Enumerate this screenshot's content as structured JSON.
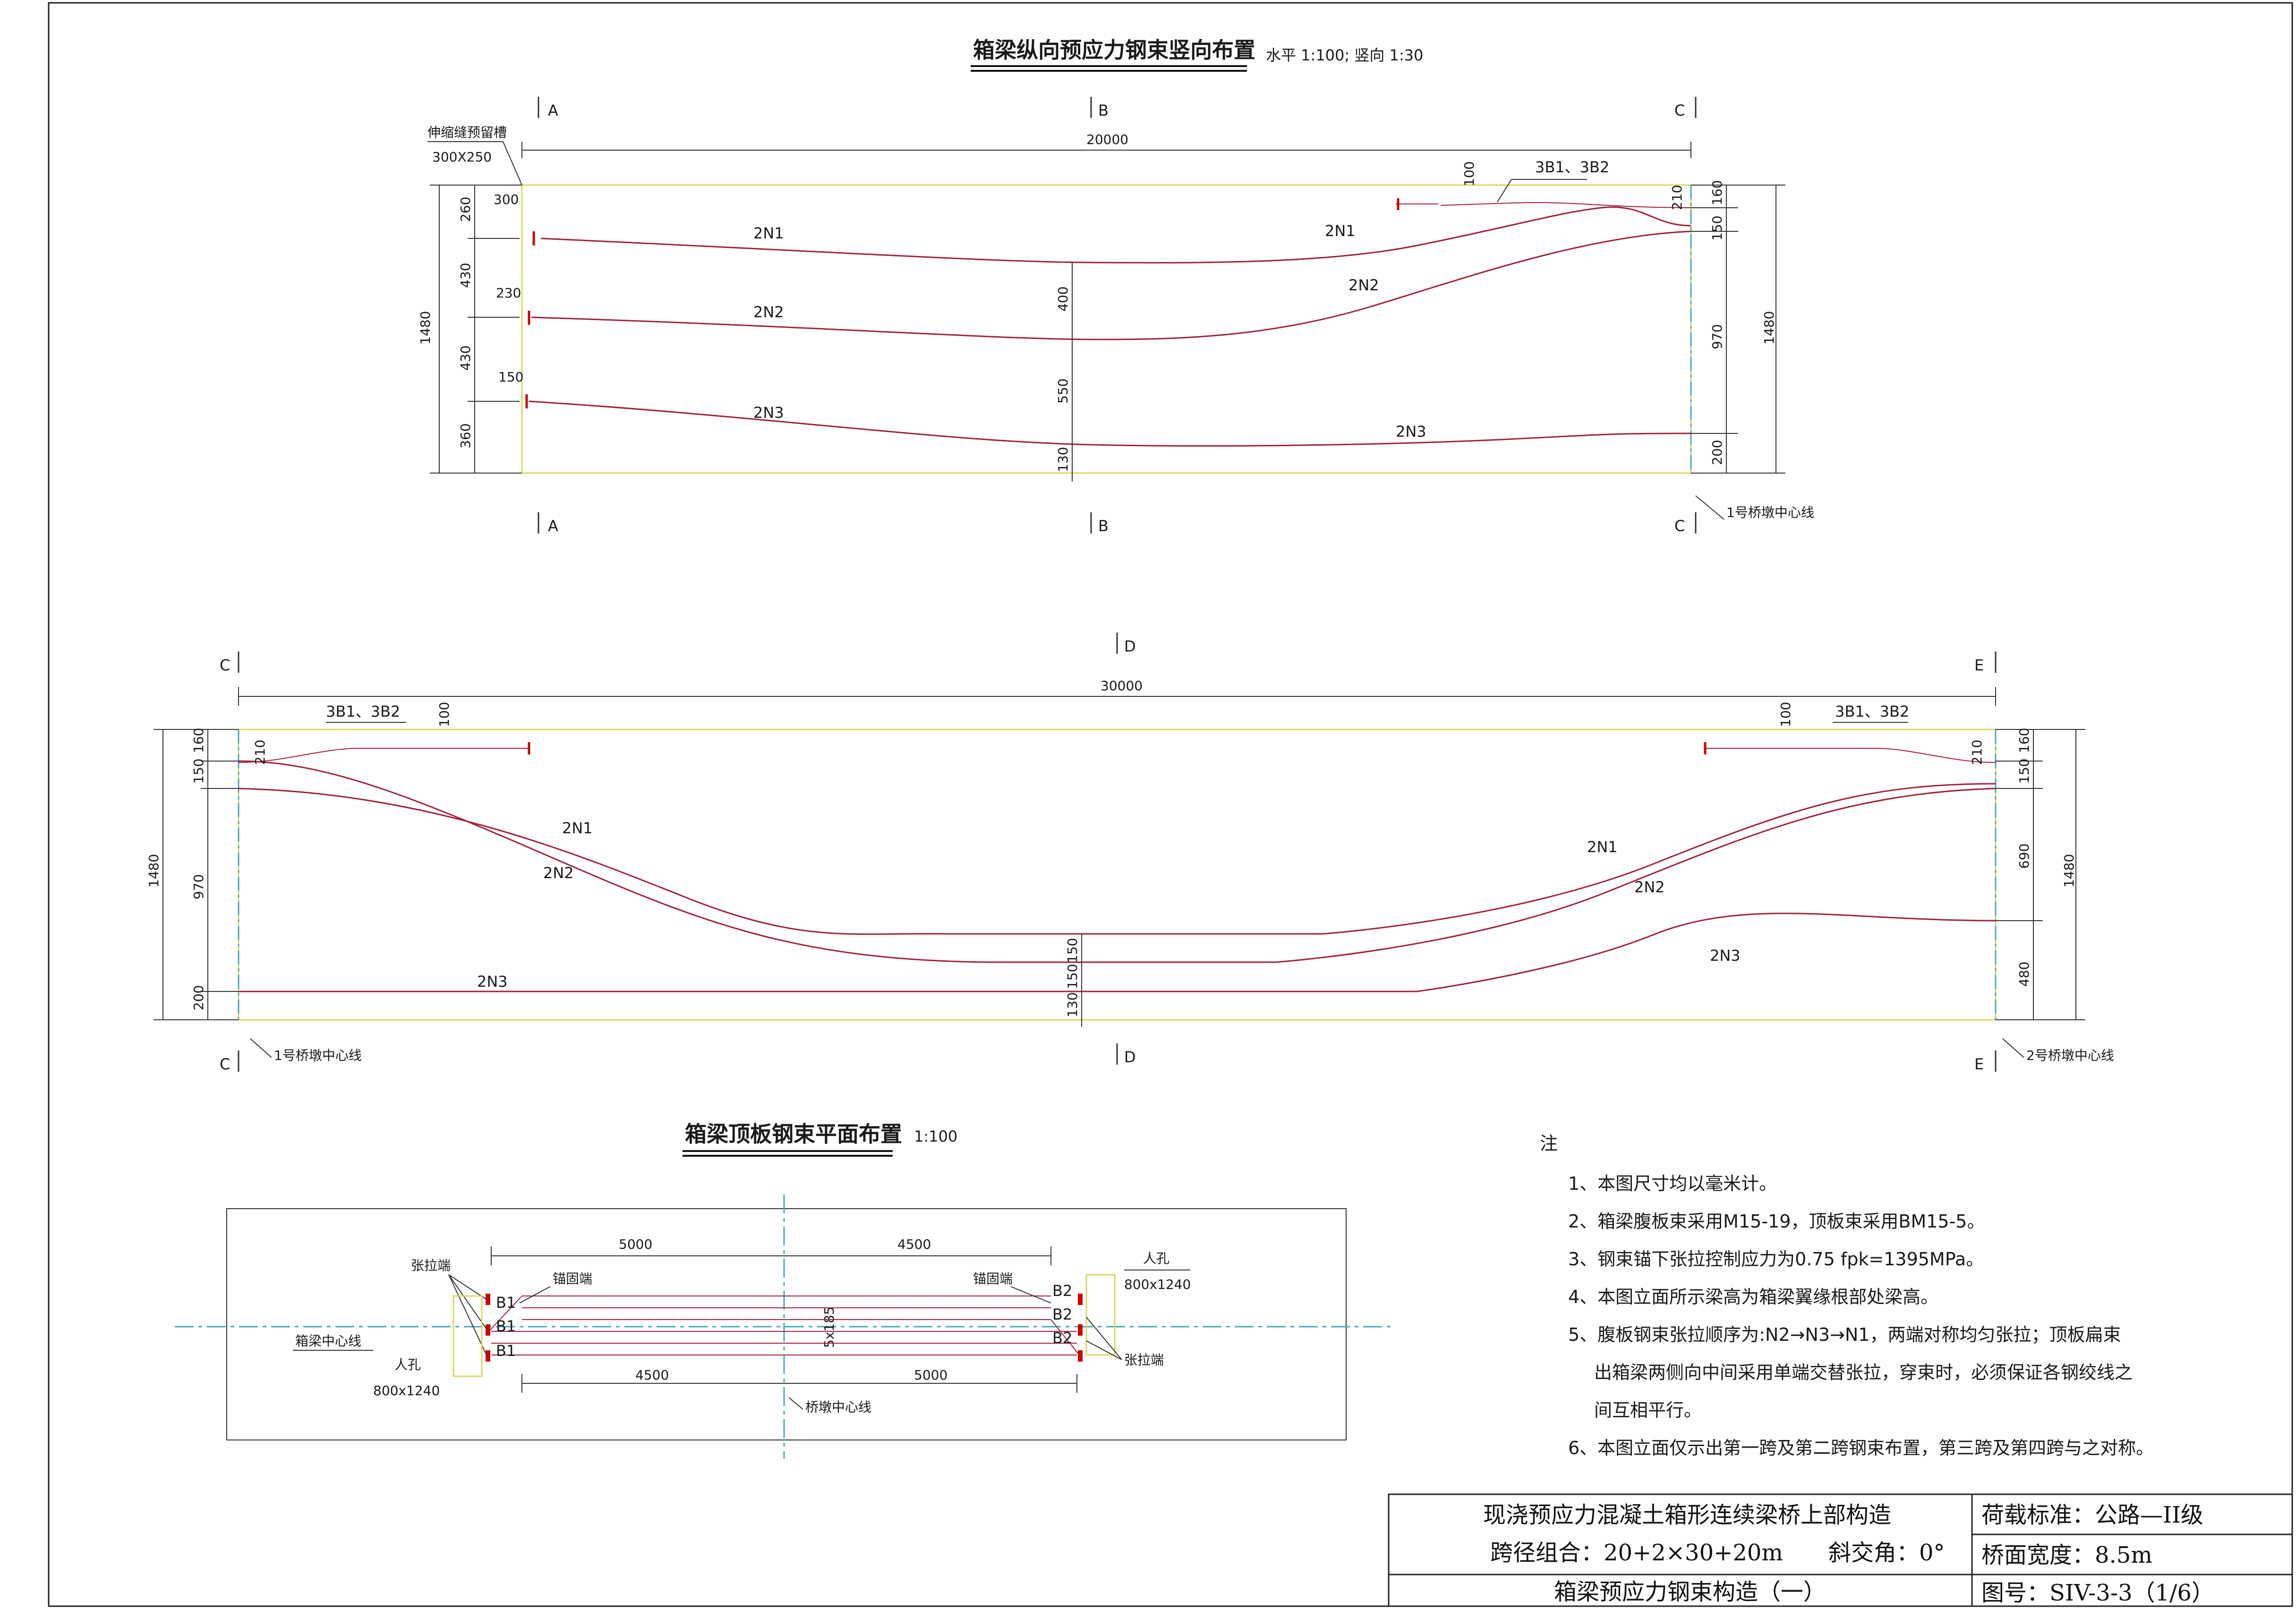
{
  "elevation1": {
    "title": "箱梁纵向预应力钢束竖向布置",
    "scale": "水平 1:100; 竖向 1:30",
    "sections": [
      "A",
      "B",
      "C"
    ],
    "total_length": "20000",
    "expansion_slot_label": "伸缩缝预留槽",
    "expansion_slot_size": "300X250",
    "tendons": [
      "2N1",
      "2N2",
      "2N3",
      "2N1",
      "2N2",
      "2N3"
    ],
    "top_tendon_label": "3B1、3B2",
    "left_dims": [
      "260",
      "430",
      "430",
      "360"
    ],
    "total_height": "1480",
    "end_offsets": [
      "300",
      "230",
      "150"
    ],
    "mid_dims": [
      "400",
      "550",
      "130"
    ],
    "right_dims": [
      "100",
      "210",
      "160",
      "150",
      "970",
      "200"
    ],
    "right_total": "1480",
    "pier_label": "1号桥墩中心线"
  },
  "elevation2": {
    "sections": [
      "C",
      "D",
      "E"
    ],
    "total_length": "30000",
    "top_tendon_label": "3B1、3B2",
    "left_dims": [
      "160",
      "150",
      "210",
      "100",
      "970",
      "200"
    ],
    "left_total": "1480",
    "tendons": [
      "2N1",
      "2N2",
      "2N3",
      "2N1",
      "2N2",
      "2N3"
    ],
    "mid_dims": [
      "150",
      "150",
      "130"
    ],
    "right_dims": [
      "100",
      "210",
      "160",
      "150",
      "690",
      "480"
    ],
    "right_total": "1480",
    "pier1_label": "1号桥墩中心线",
    "pier2_label": "2号桥墩中心线"
  },
  "plan": {
    "title": "箱梁顶板钢束平面布置",
    "scale": "1:100",
    "top_dims": [
      "5000",
      "4500"
    ],
    "bottom_dims": [
      "4500",
      "5000"
    ],
    "spacing": "5x185",
    "left_tendons": [
      "B1",
      "B1",
      "B1"
    ],
    "right_tendons": [
      "B2",
      "B2",
      "B2"
    ],
    "jacking_end": "张拉端",
    "anchor_end": "锚固端",
    "manhole": "人孔",
    "manhole_size": "800x1240",
    "box_centerline": "箱梁中心线",
    "pier_centerline": "桥墩中心线"
  },
  "notes": {
    "heading": "注",
    "items": [
      "1、本图尺寸均以毫米计。",
      "2、箱梁腹板束采用M15-19，顶板束采用BM15-5。",
      "3、钢束锚下张拉控制应力为0.75 fpk=1395MPa。",
      "4、本图立面所示梁高为箱梁翼缘根部处梁高。",
      "5、腹板钢束张拉顺序为:N2→N3→N1，两端对称均匀张拉；顶板扁束",
      "出箱梁两侧向中间采用单端交替张拉，穿束时，必须保证各钢绞线之",
      "间互相平行。",
      "6、本图立面仅示出第一跨及第二跨钢束布置，第三跨及第四跨与之对称。"
    ]
  },
  "title_block": {
    "project_line1": "现浇预应力混凝土箱形连续梁桥上部构造",
    "project_line2": "跨径组合：20+2×30+20m　　斜交角：0°",
    "drawing_name": "箱梁预应力钢束构造（一）",
    "load_standard": "荷载标准：公路—II级",
    "deck_width": "桥面宽度：8.5m",
    "drawing_no": "图号：SIV-3-3（1/6）"
  }
}
